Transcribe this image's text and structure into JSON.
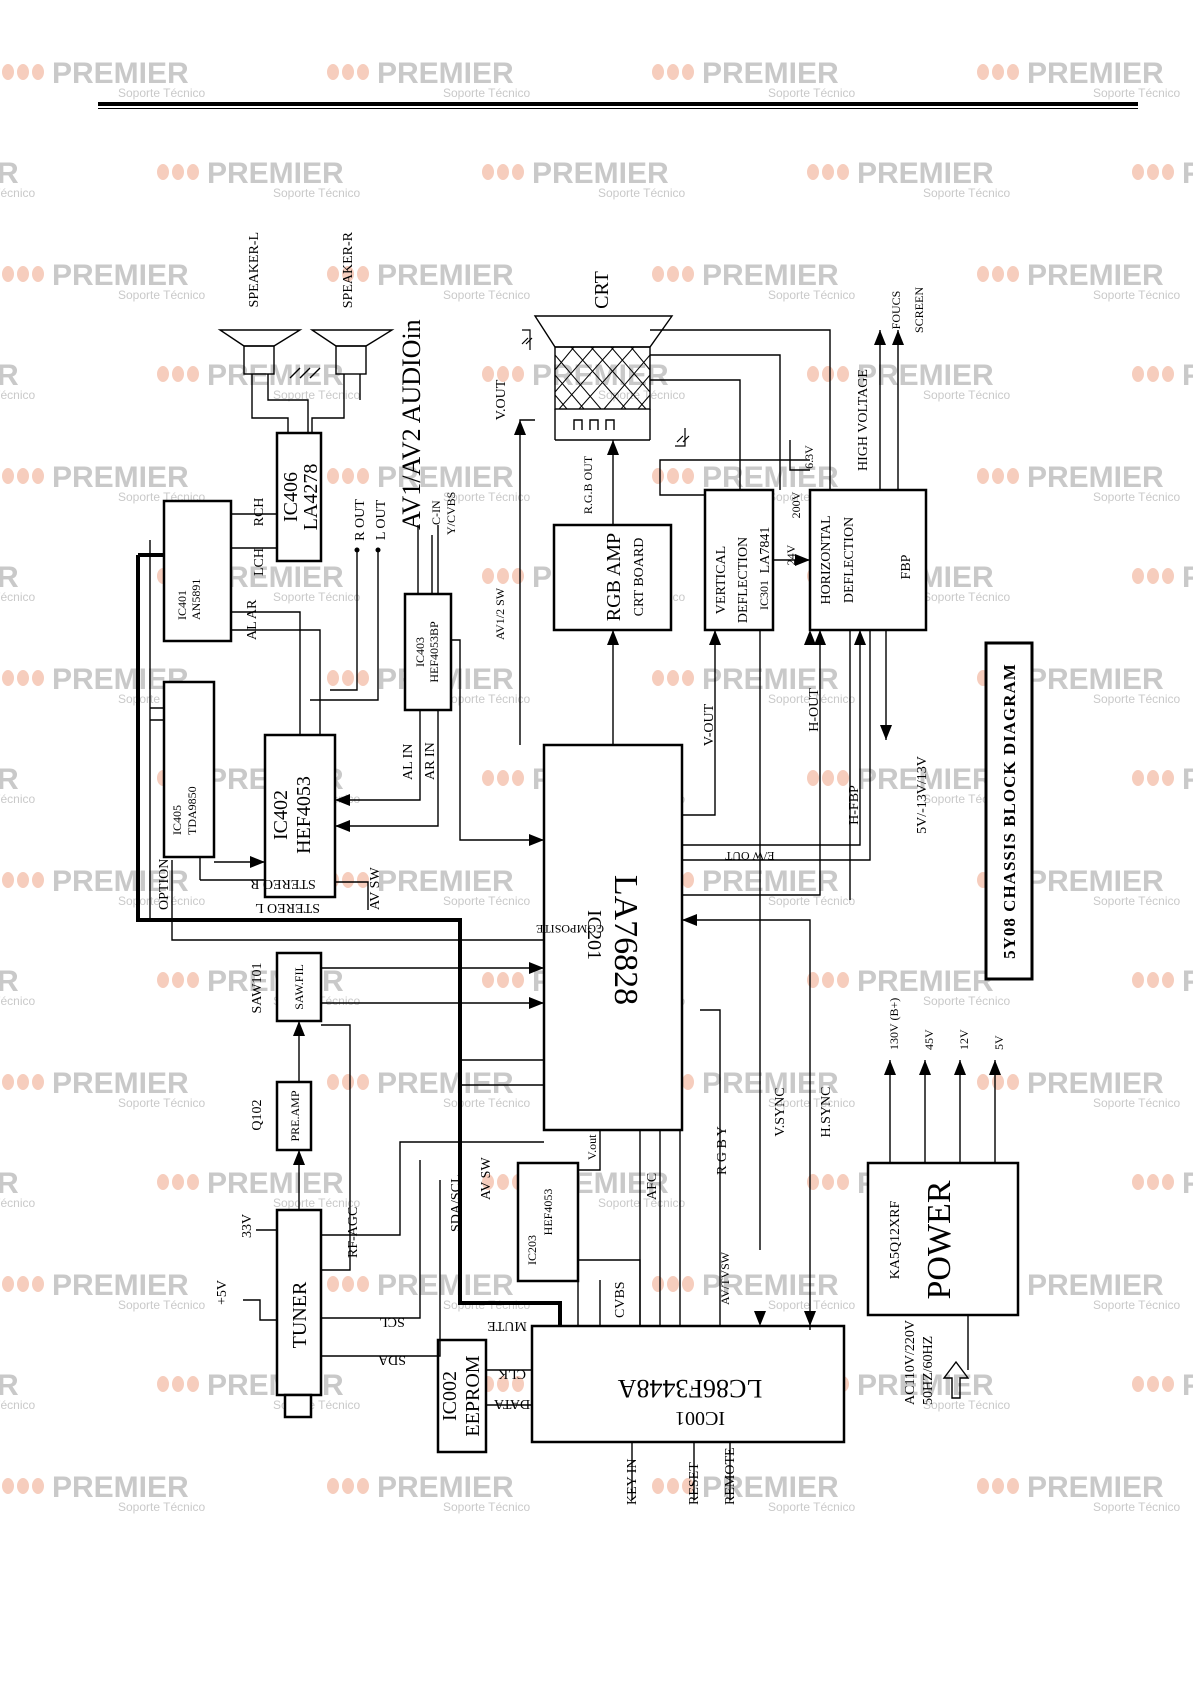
{
  "watermark": {
    "brand": "PREMIER",
    "subtitle": "Soporte Técnico"
  },
  "diagram_title": "5Y08   CHASSIS   BLOCK   DIAGRAM",
  "blocks": {
    "ic201": {
      "ref": "IC201",
      "name": "LA76828"
    },
    "ic001": {
      "ref": "IC001",
      "name": "LC86F3448A"
    },
    "ic002": {
      "ref": "IC002",
      "name": "EEPROM"
    },
    "ic203": {
      "ref": "IC203",
      "name": "HEF4053"
    },
    "ic402": {
      "ref": "IC402",
      "name": "HEF4053"
    },
    "ic403": {
      "ref": "IC403",
      "name": "HEF4053BP"
    },
    "ic401": {
      "ref": "IC401",
      "name": "AN5891"
    },
    "ic405": {
      "ref": "IC405",
      "name": "TDA9850"
    },
    "ic406": {
      "ref": "IC406",
      "name": "LA4278"
    },
    "tuner": {
      "name": "TUNER"
    },
    "q102": {
      "ref": "Q102",
      "name": "PRE.AMP"
    },
    "saw101": {
      "ref": "SAW101",
      "name": "SAW.FIL"
    },
    "rgb_amp": {
      "name": "RGB AMP",
      "sub": "CRT  BOARD"
    },
    "vertical": {
      "l1": "VERTICAL",
      "l2": "DEFLECTION",
      "ref": "IC301",
      "name": "LA7841"
    },
    "horizontal": {
      "l1": "HORIZONTAL",
      "l2": "DEFLECTION",
      "fbp": "FBP"
    },
    "power": {
      "name": "POWER",
      "ref": "KA5Q12XRF"
    },
    "crt": {
      "name": "CRT"
    }
  },
  "labels": {
    "speaker_l": "SPEAKER-L",
    "speaker_r": "SPEAKER-R",
    "audio_in": "AV1/AV2 AUDIOin",
    "rch": "RCH",
    "lch": "LCH",
    "r_out": "R OUT",
    "l_out": "L OUT",
    "c_in": "C-IN",
    "y_cvbs": "Y/CVBS",
    "av12_sw": "AV1/2 SW",
    "al_ar": "AL AR",
    "al_in": "AL IN",
    "ar_in": "AR IN",
    "av_sw": "AV SW",
    "stereo_r": "STEREO R",
    "stereo_l": "STEREO L",
    "option": "OPTION",
    "composite": "COMPOSITE",
    "v_out_top": "V.OUT",
    "rgb_out": "R.G.B OUT",
    "v_out": "V-OUT",
    "h_out": "H-OUT",
    "h_fbp": "H-FBP",
    "ew_out": "E/W OUT",
    "v_24": "24V",
    "v_200": "200V",
    "v_63": "6.3V",
    "high_voltage": "HIGH VOLTAGE",
    "focus": "FOUCS",
    "screen": "SCREEN",
    "supply_out": "5V/-13V/13V",
    "v_sync": "V.SYNC",
    "h_sync": "H.SYNC",
    "rgby": "R G B Y",
    "afc": "AFC",
    "cvbs": "CVBS",
    "v_out_small": "V.out",
    "av_sw2": "AV SW",
    "av_tv_sw": "AV/TVSW",
    "sda_scl": "SDA/SCL",
    "rf_agc": "RF-AGC",
    "v33": "33V",
    "p5v": "+5V",
    "scl": "SCL",
    "sda": "SDA",
    "mute": "MUTE",
    "clk": "CLK",
    "data": "DATA",
    "key_in": "KEY IN",
    "reset": "RESET",
    "remote": "REMOTE",
    "p130": "130V (B+)",
    "p45": "45V",
    "p12": "12V",
    "p5": "5V",
    "ac1": "AC110V/220V",
    "ac2": "50HZ/60HZ"
  }
}
